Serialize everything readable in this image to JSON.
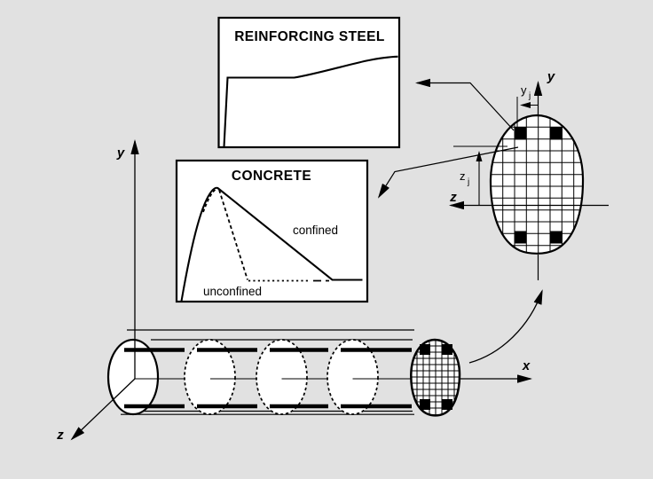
{
  "colors": {
    "background": "#e1e1e1",
    "ink": "#000000",
    "panel_fill": "#ffffff"
  },
  "steel_panel": {
    "title": "REINFORCING STEEL"
  },
  "concrete_panel": {
    "title": "CONCRETE",
    "confined_label": "confined",
    "unconfined_label": "unconfined"
  },
  "member_axes": {
    "x_label": "x",
    "y_label": "y",
    "z_label": "z"
  },
  "section_axes": {
    "y_label": "y",
    "z_label": "z"
  },
  "fiber_coords": {
    "yj_base": "y",
    "yj_sub": "j",
    "zj_base": "z",
    "zj_sub": "j"
  }
}
